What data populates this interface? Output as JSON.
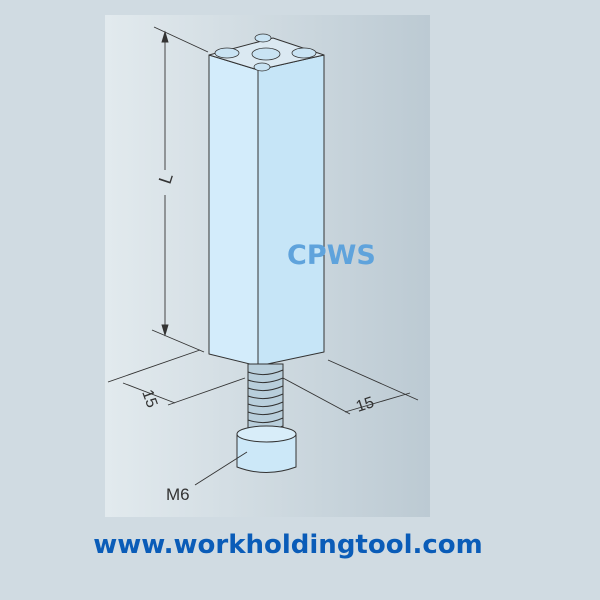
{
  "drawing": {
    "dimension_length_label": "L",
    "dimension_width_left_label": "15",
    "dimension_width_right_label": "15",
    "thread_label": "M6",
    "watermark": "CPWS"
  },
  "footer": {
    "website": "www.workholdingtool.com"
  },
  "colors": {
    "background": "#d0dbe2",
    "part_fill": "#cce8f8",
    "website": "#0a5cb8",
    "watermark": "#5fa3dc"
  }
}
